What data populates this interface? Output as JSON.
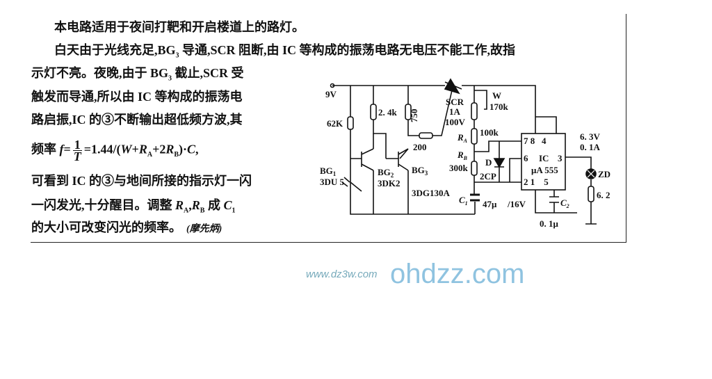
{
  "article": {
    "lines": [
      [
        {
          "t": "本电路适用于夜间打靶和开启楼道上的路灯。"
        }
      ],
      [
        {
          "t": "白天由于光线充足,BG"
        },
        {
          "sub": "3"
        },
        {
          "t": " 导通,SCR 阻断,由 IC 等构成的振荡电路无电压不能工作,故指"
        }
      ],
      [
        {
          "t": "示灯不亮。夜晚,由于 BG"
        },
        {
          "sub": "3"
        },
        {
          "t": " 截止,SCR 受"
        }
      ],
      [
        {
          "t": "触发而导通,所以由 IC 等构成的振荡电"
        }
      ],
      [
        {
          "t": "路启振,IC 的③不断输出超低频方波,其"
        }
      ],
      [
        {
          "t": "频率 "
        },
        {
          "i": "f"
        },
        {
          "t": "="
        },
        {
          "frac": [
            "1",
            "T"
          ]
        },
        {
          "t": "=1.44/("
        },
        {
          "i": "W"
        },
        {
          "t": "+"
        },
        {
          "i": "R"
        },
        {
          "sub": "A"
        },
        {
          "t": "+2"
        },
        {
          "i": "R"
        },
        {
          "sub": "B"
        },
        {
          "t": ")·"
        },
        {
          "i": "C"
        },
        {
          "t": ","
        }
      ],
      [
        {
          "t": "可看到 IC 的③与地间所接的指示灯一闪"
        }
      ],
      [
        {
          "t": "一闪发光,十分醒目。调整 "
        },
        {
          "i": "R"
        },
        {
          "sub": "A"
        },
        {
          "t": ","
        },
        {
          "i": "R"
        },
        {
          "sub": "B"
        },
        {
          "t": " 成 "
        },
        {
          "i": "C"
        },
        {
          "sub": "1"
        }
      ],
      [
        {
          "t": "的大小可改变闪光的频率。"
        },
        {
          "author": "  (摩先炳)"
        }
      ]
    ]
  },
  "circuit": {
    "supply": "9V",
    "r_62k": "62K",
    "r_2_4k": "2. 4k",
    "r_750": "750",
    "r_200": "200",
    "bg1_name": "BG",
    "bg1_sub": "1",
    "bg1_type": "3DU 5",
    "bg2_name": "BG",
    "bg2_sub": "2",
    "bg2_type": "3DK2",
    "bg3_name": "BG",
    "bg3_sub": "3",
    "bg3_type": "3DG130A",
    "scr_name": "SCR",
    "scr_current": "1A",
    "scr_voltage": "100V",
    "w_name": "W",
    "w_value": "170k",
    "ra_name": "R",
    "ra_sub": "A",
    "ra_value": "100k",
    "rb_name": "R",
    "rb_sub": "B",
    "rb_value": "300k",
    "d_name": "D",
    "d_type": "2CP",
    "c1_name": "C",
    "c1_sub": "1",
    "c1_value": "47μ",
    "c1_voltage": "/16V",
    "c2_name": "C",
    "c2_sub": "2",
    "c2_value": "0. 1μ",
    "ic_pins_top": "7 8   4",
    "ic_pin6": "6",
    "ic_label": "IC",
    "ic_pin3": "3",
    "ic_model": "μA 555",
    "ic_pins_bottom": "2 1    5",
    "lamp_rating_v": "6. 3V",
    "lamp_rating_a": "0. 1A",
    "lamp_name": "ZD",
    "r_6_2": "6. 2"
  },
  "watermark": {
    "main": "www.dz3w.com",
    "overlay": "ohdzz.com"
  }
}
